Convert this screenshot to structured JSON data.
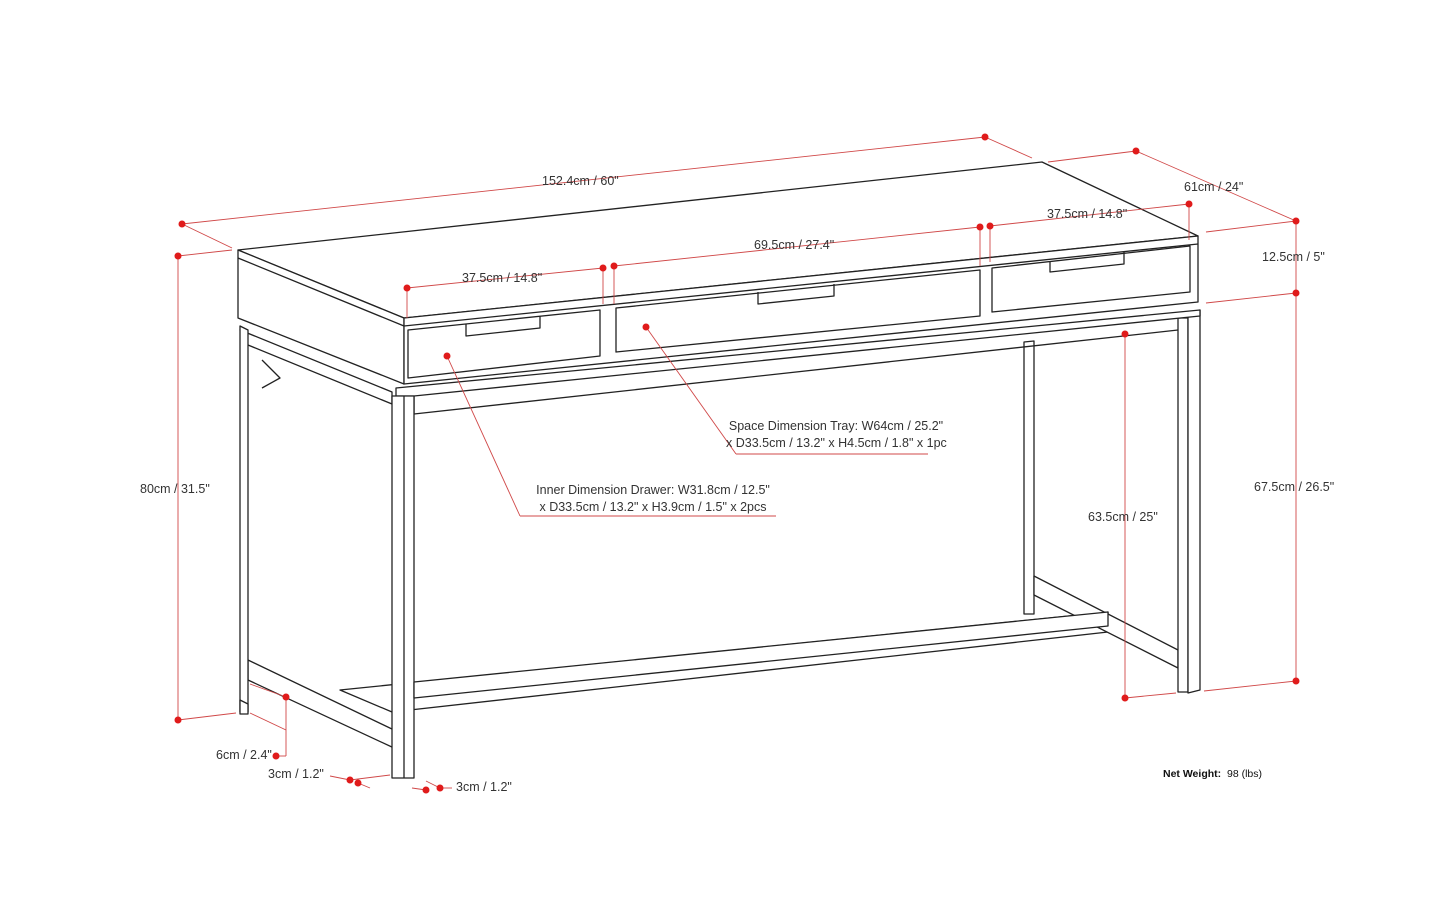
{
  "colors": {
    "outline": "#222222",
    "dimension": "#d04848",
    "dot": "#e01b1b",
    "text": "#333333"
  },
  "dimensions": {
    "overall_width": "152.4cm / 60\"",
    "depth": "61cm / 24\"",
    "drawer_left_width": "37.5cm / 14.8\"",
    "tray_width": "69.5cm / 27.4\"",
    "drawer_right_width": "37.5cm / 14.8\"",
    "top_height": "12.5cm / 5\"",
    "overall_height": "80cm / 31.5\"",
    "leg_height": "67.5cm / 26.5\"",
    "clearance_height": "63.5cm / 25\"",
    "foot_height": "6cm / 2.4\"",
    "leg_width_left": "3cm / 1.2\"",
    "leg_width_right": "3cm / 1.2\""
  },
  "notes": {
    "tray": {
      "line1": "Space Dimension Tray: W64cm / 25.2\"",
      "line2": "x D33.5cm / 13.2\" x H4.5cm / 1.8\" x 1pc"
    },
    "drawer": {
      "line1": "Inner Dimension Drawer: W31.8cm / 12.5\"",
      "line2": "x D33.5cm / 13.2\" x H3.9cm / 1.5\" x 2pcs"
    }
  },
  "net_weight": {
    "label": "Net Weight:",
    "value": "98 (lbs)"
  }
}
